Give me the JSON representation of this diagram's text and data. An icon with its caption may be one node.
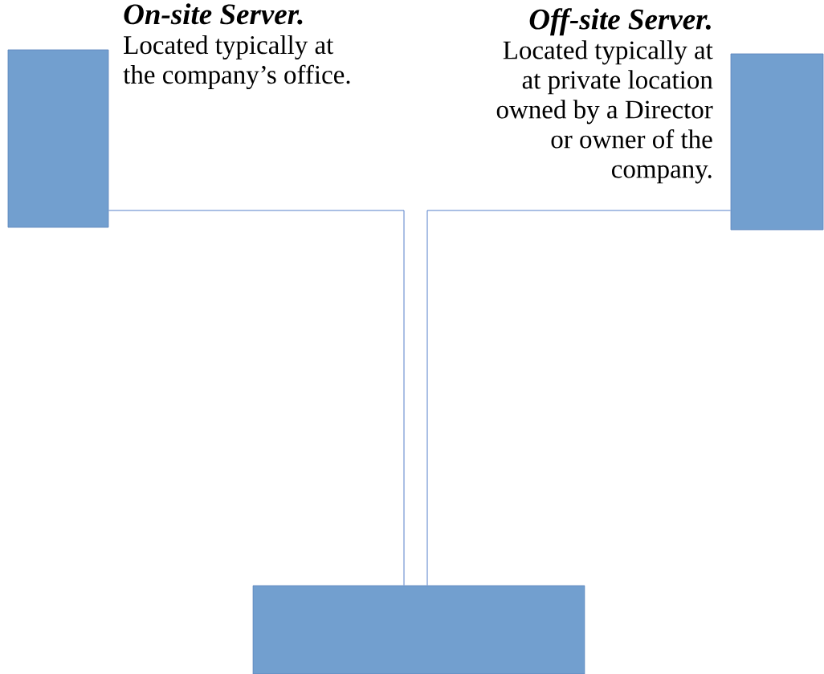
{
  "diagram": {
    "nodes": [
      {
        "text": [
          "On-site Server.",
          "Located typically at the company’s office."
        ]
      },
      {
        "text": [
          "Off-site Server.",
          "Located typically at at private location owned by a Director or owner of the company."
        ]
      },
      {
        "text": [],
        "shape": "box"
      }
    ],
    "edges": [
      {
        "from": 0,
        "to": 2,
        "arrow": "none"
      },
      {
        "from": 1,
        "to": 2,
        "arrow": "none"
      }
    ]
  }
}
